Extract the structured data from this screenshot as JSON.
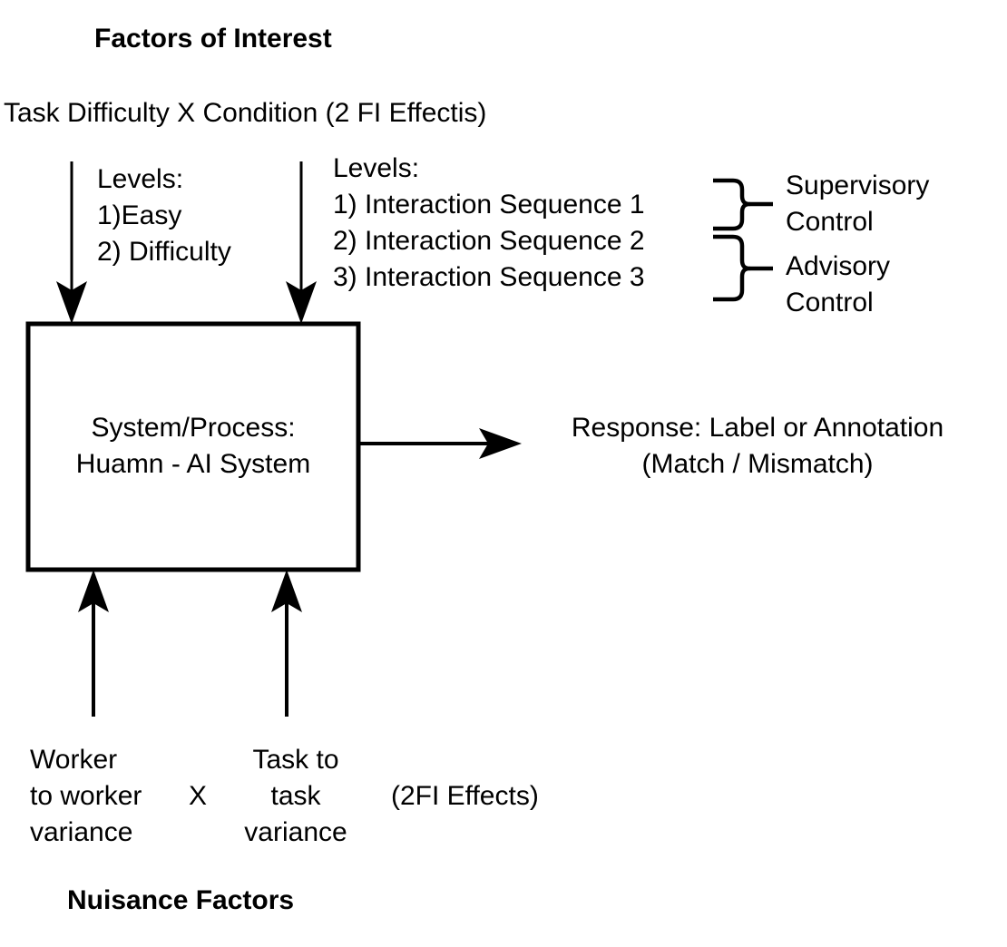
{
  "diagram": {
    "title_top": "Factors of Interest",
    "title_bottom": "Nuisance Factors",
    "factors_line": "Task Difficulty X Condition (2 FI Effectis)",
    "left_levels": "Levels:\n1)Easy\n2) Difficulty",
    "right_levels": "Levels:\n1) Interaction Sequence 1\n2) Interaction Sequence 2\n3) Interaction Sequence 3",
    "brace_label_1": "Supervisory\nControl",
    "brace_label_2": "Advisory\nControl",
    "process_box": "System/Process:\nHuamn - AI System",
    "response": "Response: Label or Annotation\n(Match / Mismatch)",
    "nuisance_left": "Worker\nto worker\nvariance",
    "nuisance_operator": "X",
    "nuisance_right": "Task to\ntask\nvariance",
    "nuisance_effects": "(2FI Effects)",
    "colors": {
      "stroke": "#000000",
      "background": "#ffffff",
      "text": "#000000"
    }
  }
}
